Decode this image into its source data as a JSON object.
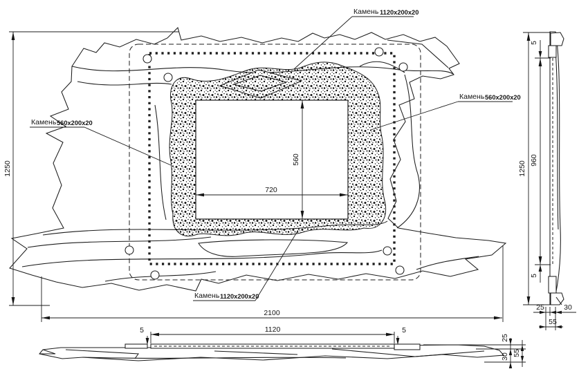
{
  "plan_view": {
    "dims": {
      "height": "1250",
      "width": "2100",
      "opening_width": "720",
      "opening_height": "560"
    },
    "callouts": {
      "top": {
        "material": "Камень",
        "size": "1120x200x20"
      },
      "right": {
        "material": "Камень",
        "size": "560x200x20"
      },
      "left": {
        "material": "Камень",
        "size": "560x200x20"
      },
      "bottom": {
        "material": "Камень",
        "size": "1120x200x20"
      }
    }
  },
  "side_view": {
    "dims": {
      "gap_top": "5",
      "stone_length": "960",
      "height": "1250",
      "gap_bottom": "5",
      "stone_thickness": "25",
      "slab_thickness": "30",
      "total_thickness": "55"
    }
  },
  "bottom_view": {
    "dims": {
      "gap_left": "5",
      "stone_length": "1120",
      "gap_right": "5",
      "stone_thickness": "25",
      "total_thickness": "55",
      "slab_thickness": "30"
    }
  },
  "colors": {
    "line": "#1b1b1b",
    "background": "#ffffff"
  }
}
